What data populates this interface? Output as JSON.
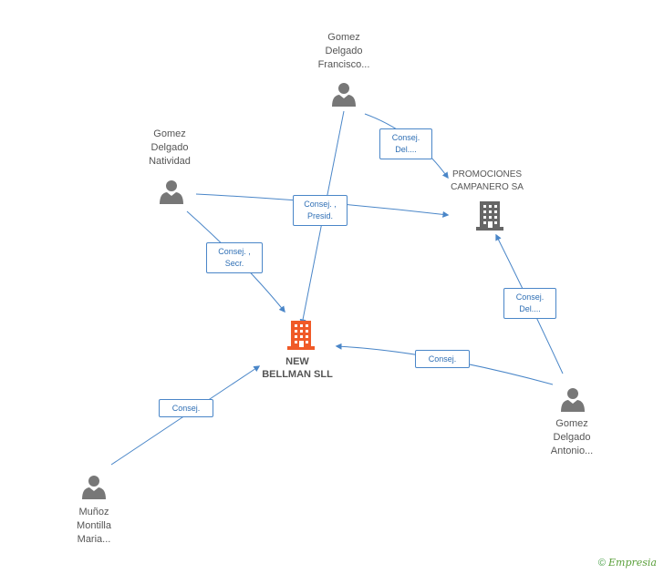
{
  "persons": {
    "francisco": {
      "label": "Gomez\nDelgado\nFrancisco..."
    },
    "natividad": {
      "label": "Gomez\nDelgado\nNatividad"
    },
    "antonio": {
      "label": "Gomez\nDelgado\nAntonio..."
    },
    "munoz": {
      "label": "Muñoz\nMontilla\nMaria..."
    }
  },
  "companies": {
    "new_bellman": {
      "label": "NEW\nBELLMAN SLL",
      "color": "#f05a28"
    },
    "promociones": {
      "label": "PROMOCIONES\nCAMPANERO SA",
      "color": "#666666"
    }
  },
  "relations": {
    "r1": "Consej.\nDel....",
    "r2": "Consej. ,\nPresid.",
    "r3": "Consej. ,\nSecr.",
    "r4": "Consej.\nDel....",
    "r5": "Consej.",
    "r6": "Consej."
  },
  "colors": {
    "edge": "#4a86c8",
    "person": "#777777"
  },
  "footer": {
    "symbol": "©",
    "brand": "Empresia"
  }
}
